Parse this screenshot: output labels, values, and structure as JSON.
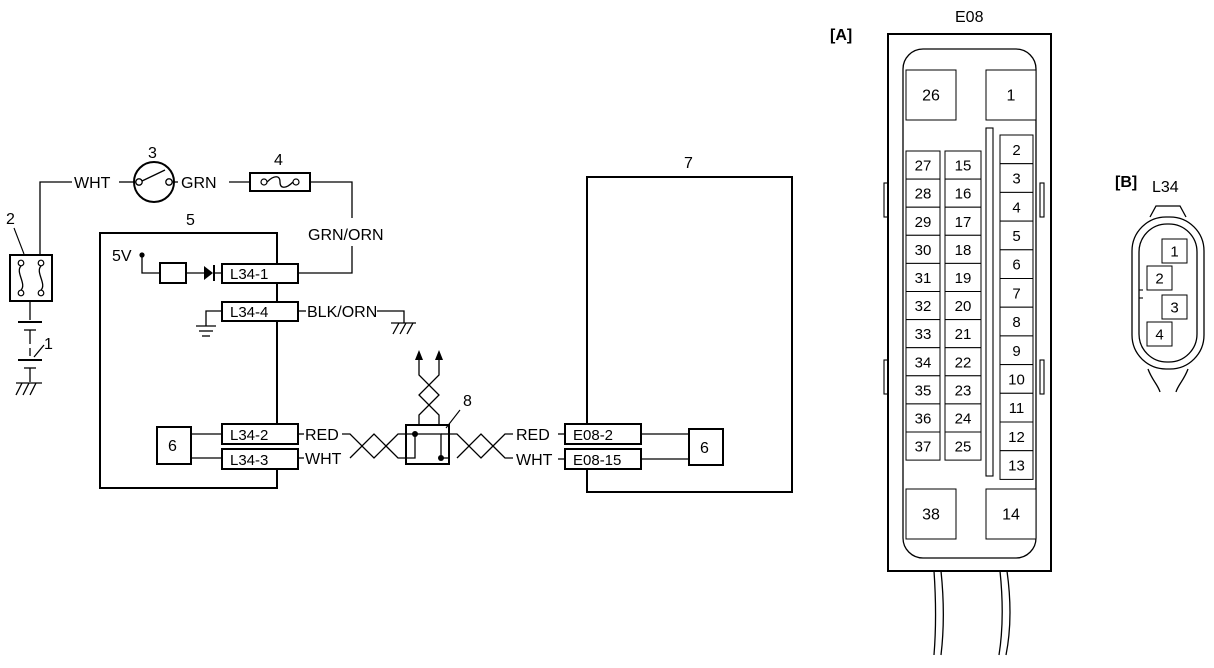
{
  "schematic": {
    "callouts": {
      "c1": "1",
      "c2": "2",
      "c3": "3",
      "c4": "4",
      "c5": "5",
      "c6a": "6",
      "c6b": "6",
      "c7": "7",
      "c8": "8"
    },
    "wires": {
      "wht_top": "WHT",
      "grn": "GRN",
      "grn_orn": "GRN/ORN",
      "blk_orn": "BLK/ORN",
      "red_left": "RED",
      "wht_left": "WHT",
      "red_right": "RED",
      "wht_right": "WHT"
    },
    "connectors": {
      "l34_1": "L34-1",
      "l34_4": "L34-4",
      "l34_2": "L34-2",
      "l34_3": "L34-3",
      "e08_2": "E08-2",
      "e08_15": "E08-15"
    },
    "voltage": "5V"
  },
  "connector_a": {
    "tag": "[A]",
    "name": "E08",
    "corner_pins": [
      "26",
      "1",
      "38",
      "14"
    ],
    "col1": [
      "27",
      "28",
      "29",
      "30",
      "31",
      "32",
      "33",
      "34",
      "35",
      "36",
      "37"
    ],
    "col2": [
      "15",
      "16",
      "17",
      "18",
      "19",
      "20",
      "21",
      "22",
      "23",
      "24",
      "25"
    ],
    "col3": [
      "2",
      "3",
      "4",
      "5",
      "6",
      "7",
      "8",
      "9",
      "10",
      "11",
      "12",
      "13"
    ]
  },
  "connector_b": {
    "tag": "[B]",
    "name": "L34",
    "pins": [
      "1",
      "2",
      "3",
      "4"
    ]
  }
}
